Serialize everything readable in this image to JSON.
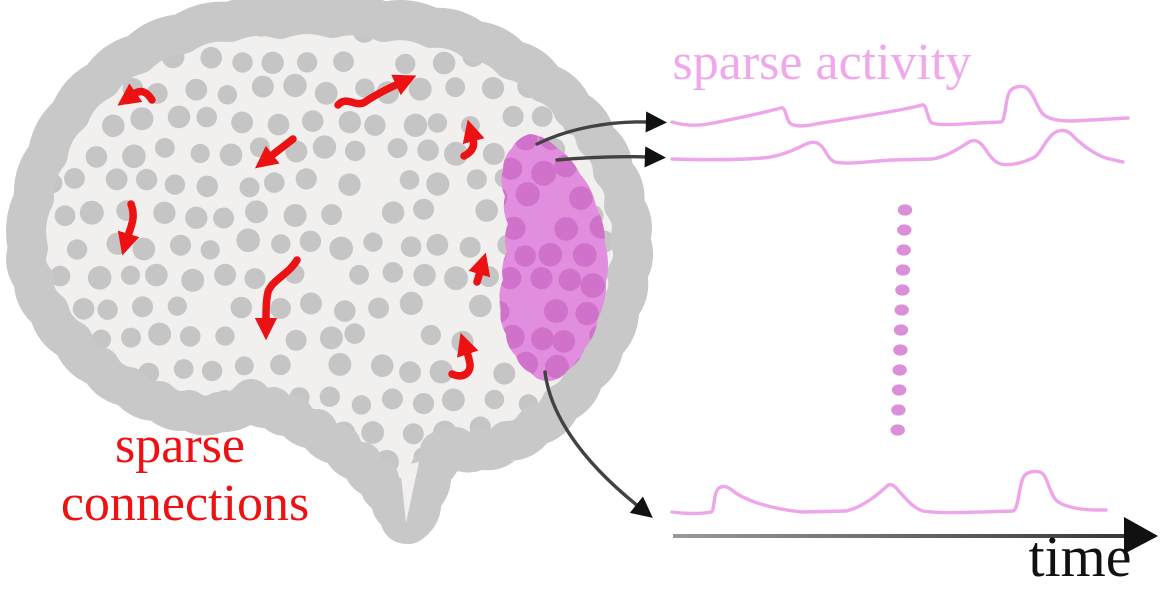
{
  "figure": {
    "kind": "brain-sparsity-diagram",
    "left_panel": {
      "label_line1": "sparse",
      "label_line2": "connections",
      "elements": [
        "brain-silhouette",
        "neuron-dots",
        "red-connection-arrows",
        "active-region-blob"
      ]
    },
    "right_panel": {
      "label": "sparse activity",
      "axis_label": "time",
      "traces_shown": 3,
      "ellipsis_dots": 12
    }
  },
  "labels": {
    "sparse_connections_line1": "sparse",
    "sparse_connections_line2": "connections",
    "sparse_activity": "sparse activity",
    "time": "time"
  },
  "colors": {
    "brain_outline": "#c9c8c8",
    "brain_fill": "#f1f0ef",
    "neuron_dot": "#c6c5c5",
    "active_region": "#e18ede",
    "active_region_dot": "#d172ca",
    "connection_arrow_red": "#ec1113",
    "activity_trace_pink": "#eda6e9",
    "activity_label_pink": "#efa9ea",
    "ellipsis_dot_pink": "#db8fd8",
    "recording_arrow_gray": "#424242",
    "axis_dark": "#2e2e2e",
    "text_black": "#111111"
  }
}
